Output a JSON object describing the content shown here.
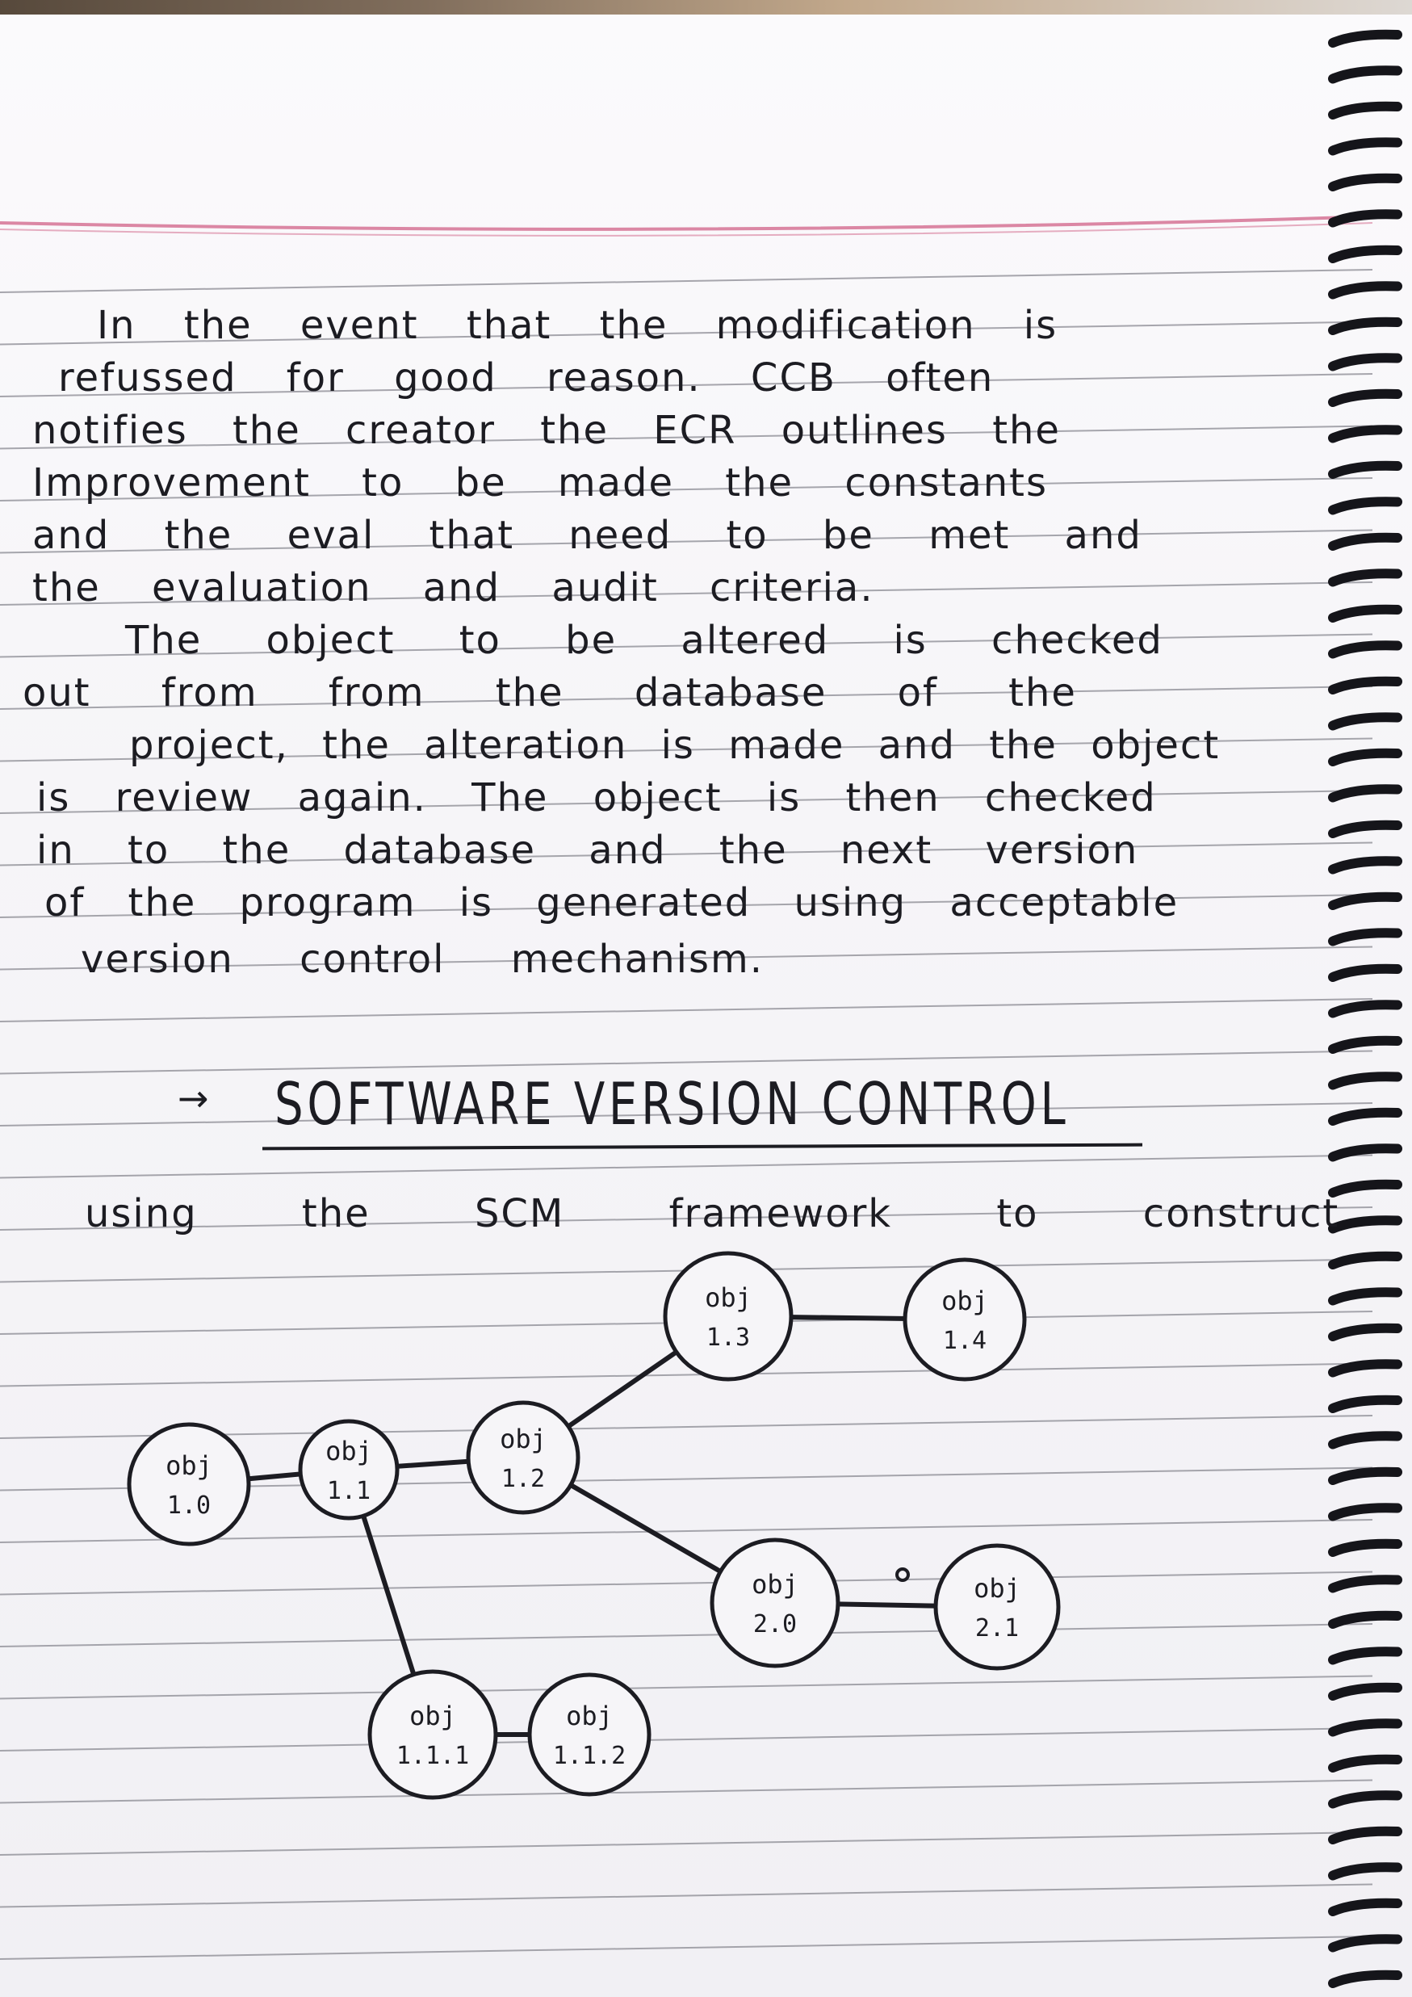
{
  "paragraph1": {
    "lines": [
      "In the event that the modification is",
      "refussed for good reason. CCB often",
      "notifies the creator the ECR outlines the",
      "Improvement to be made the constants",
      "and the eval that need to be met and",
      "the evaluation and audit criteria."
    ]
  },
  "paragraph2": {
    "lines": [
      "The object to be altered is checked",
      "out from from the database of the",
      "project, the alteration is made and the object",
      "is review again. The object is then checked",
      "in to the database and the next version",
      "of the program is generated using acceptable",
      "version control mechanism."
    ]
  },
  "heading": {
    "arrow": "→",
    "title": "SOFTWARE VERSION CONTROL"
  },
  "intro": {
    "text": "using the SCM framework to construct"
  },
  "diagram": {
    "nodes": [
      {
        "id": "n10",
        "label": "obj",
        "version": "1.0"
      },
      {
        "id": "n11",
        "label": "obj",
        "version": "1.1"
      },
      {
        "id": "n12",
        "label": "obj",
        "version": "1.2"
      },
      {
        "id": "n13",
        "label": "obj",
        "version": "1.3"
      },
      {
        "id": "n14",
        "label": "obj",
        "version": "1.4"
      },
      {
        "id": "n20",
        "label": "obj",
        "version": "2.0"
      },
      {
        "id": "n21",
        "label": "obj",
        "version": "2.1"
      },
      {
        "id": "n111",
        "label": "obj",
        "version": "1.1.1"
      },
      {
        "id": "n112",
        "label": "obj",
        "version": "1.1.2"
      }
    ],
    "edges": [
      [
        "n10",
        "n11"
      ],
      [
        "n11",
        "n12"
      ],
      [
        "n12",
        "n13"
      ],
      [
        "n13",
        "n14"
      ],
      [
        "n12",
        "n20"
      ],
      [
        "n20",
        "n21"
      ],
      [
        "n11",
        "n111"
      ],
      [
        "n111",
        "n112"
      ]
    ]
  },
  "colors": {
    "ink": "#1c1c22",
    "margin_line": "#d77a9a",
    "ruled_line": "#8a8a92",
    "paper": "#f6f5f8"
  }
}
